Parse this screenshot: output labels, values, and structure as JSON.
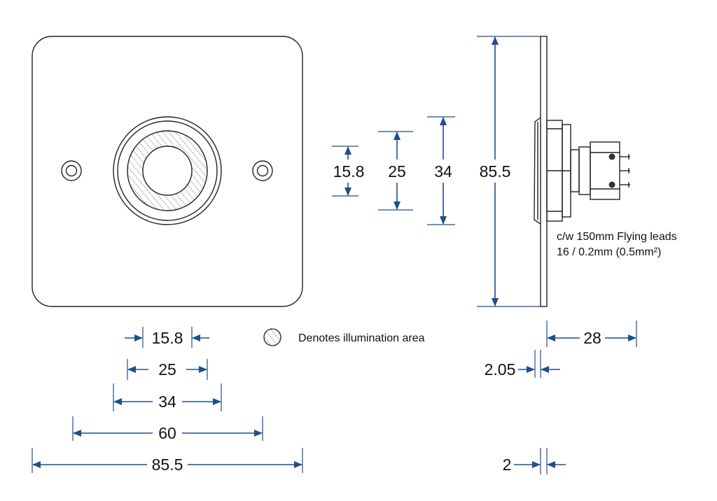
{
  "colors": {
    "dimension": "#1f4e8c",
    "outline": "#222222",
    "hatch": "#9a9a9a",
    "text": "#111111"
  },
  "front_view": {
    "dimensions": {
      "hole": "15.8",
      "illuminated_ring": "25",
      "bezel": "34",
      "fixing_centres": "60",
      "plate_width": "85.5"
    }
  },
  "vertical_dimensions": {
    "hole": "15.8",
    "illuminated_ring": "25",
    "bezel": "34",
    "plate_height": "85.5"
  },
  "side_view": {
    "dimensions": {
      "depth": "28",
      "bezel_projection": "2.05",
      "plate_thickness": "2"
    },
    "note_line1": "c/w 150mm Flying leads",
    "note_line2": "16 / 0.2mm (0.5mm²)"
  },
  "legend": {
    "illumination_label": "Denotes illumination area",
    "icon": "hatched-circle-icon"
  }
}
